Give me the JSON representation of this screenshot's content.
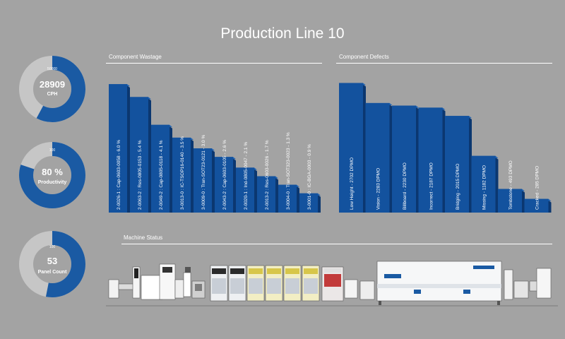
{
  "title": "Production Line 10",
  "gauges": [
    {
      "value_label": "28909",
      "label": "CPH",
      "max_label": "50000",
      "fraction": 0.578
    },
    {
      "value_label": "80 %",
      "label": "Productivity",
      "max_label": "100",
      "fraction": 0.8
    },
    {
      "value_label": "53",
      "label": "Panel Count",
      "max_label": "100",
      "fraction": 0.53
    }
  ],
  "sections": {
    "wastage": "Component Wastage",
    "defects": "Component Defects",
    "machines": "Machine Status"
  },
  "colors": {
    "bar": "#13529e",
    "bar_side": "#0b3770",
    "bar_top": "#1d62b3",
    "gauge_fill": "#1a5aa3",
    "gauge_track": "#c6c6c6",
    "background": "#a3a3a3"
  },
  "chart_data": [
    {
      "type": "bar",
      "title": "Component Wastage",
      "categories": [
        "2-0026-1 : Cap-0603-0058",
        "2-0063-2 : Res-0805-0153",
        "2-0049-2 : Cap-0805-0118",
        "3-0013-0 : IC-TSOP16-0140",
        "3-0009-0 : Tran-SOT23-0121",
        "2-0043-2 : Cap-0603-0105",
        "2-0020-1 : Ind-0805-0047",
        "2-0013-2 : Res-0603-0026",
        "3-0004-0 : Tran-SOT323-0023",
        "3-0001-0 : IC-BGA-0003"
      ],
      "value_labels": [
        "6.0 %",
        "5.4 %",
        "4.1 %",
        "3.5 %",
        "3.0 %",
        "2.6 %",
        "2.1 %",
        "1.7 %",
        "1.3 %",
        "0.9 %"
      ],
      "values": [
        6.0,
        5.4,
        4.1,
        3.5,
        3.0,
        2.6,
        2.1,
        1.7,
        1.3,
        0.9
      ],
      "ylim": [
        0,
        6.5
      ]
    },
    {
      "type": "bar",
      "title": "Component Defects",
      "categories": [
        "Low Height",
        "Vision",
        "Billboard",
        "Incorrect",
        "Bridging",
        "Missing",
        "Tombstone",
        "Cracked"
      ],
      "value_labels": [
        "2702 DPMO",
        "2283 DPMO",
        "2230 DPMO",
        "2187 DPMO",
        "2015 DPMO",
        "1182 DPMO",
        "493 DPMO",
        "285 DPMO"
      ],
      "values": [
        2702,
        2283,
        2230,
        2187,
        2015,
        1182,
        493,
        285
      ],
      "ylim": [
        0,
        2900
      ]
    }
  ]
}
